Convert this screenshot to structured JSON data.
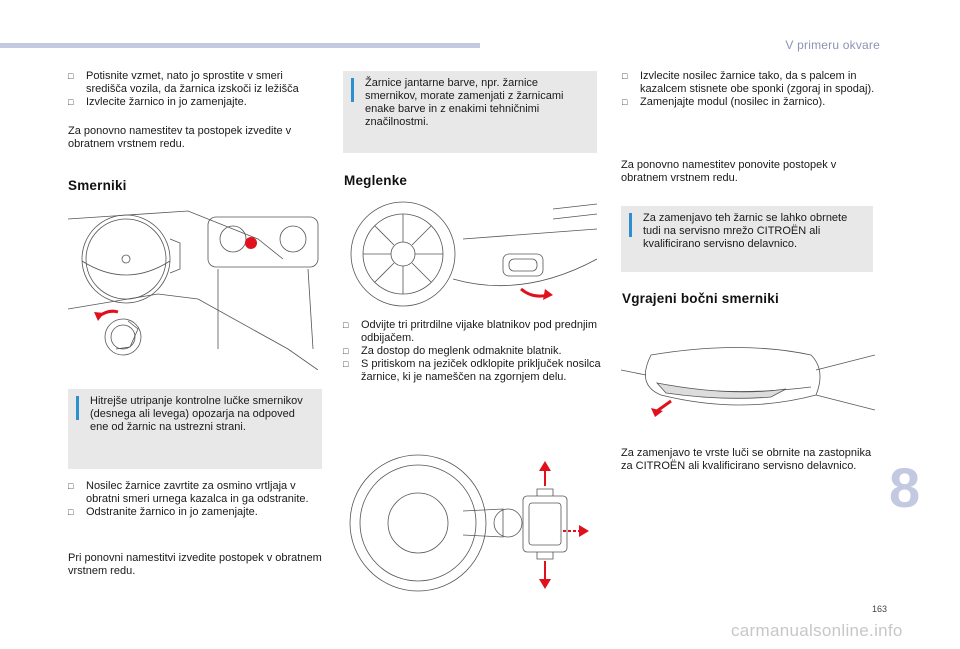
{
  "header": {
    "title": "V primeru okvare"
  },
  "chapter_number": "8",
  "page_number": "163",
  "watermark": "carmanualsonline.info",
  "colors": {
    "accent_bar": "#c4c9e2",
    "note_background": "#e8e8e8",
    "note_marker": "#2e8fd0",
    "arrow_red": "#e0101d"
  },
  "col1": {
    "intro_bullets": [
      "Potisnite vzmet, nato jo sprostite v smeri središča vozila, da žarnica izskoči iz ležišča",
      "Izvlecite žarnico in jo zamenjajte."
    ],
    "intro_para": "Za ponovno namestitev ta postopek izvedite v obratnem vrstnem redu.",
    "heading": "Smerniki",
    "note": "Hitrejše utripanje kontrolne lučke smernikov (desnega ali levega) opozarja na odpoved ene od žarnic na ustrezni strani.",
    "bullets": [
      "Nosilec žarnice zavrtite za osmino vrtljaja v obratni smeri urnega kazalca in ga odstranite.",
      "Odstranite žarnico in jo zamenjajte."
    ],
    "para": "Pri ponovni namestitvi izvedite postopek v obratnem vrstnem redu."
  },
  "col2": {
    "note": "Žarnice jantarne barve, npr. žarnice smernikov, morate zamenjati z žarnicami enake barve in z enakimi tehničnimi značilnostmi.",
    "heading": "Meglenke",
    "bullets": [
      "Odvijte tri pritrdilne vijake blatnikov pod prednjim odbijačem.",
      "Za dostop do meglenk odmaknite blatnik.",
      "S pritiskom na jeziček odklopite priključek nosilca žarnice, ki je nameščen na zgornjem delu."
    ]
  },
  "col3": {
    "bullets": [
      "Izvlecite nosilec žarnice tako, da s palcem in kazalcem stisnete obe sponki (zgoraj in spodaj).",
      "Zamenjajte modul (nosilec in žarnico)."
    ],
    "para": "Za ponovno namestitev ponovite postopek v obratnem vrstnem redu.",
    "note": "Za zamenjavo teh žarnic se lahko obrnete tudi na servisno mrežo CITROËN ali kvalificirano servisno delavnico.",
    "heading": "Vgrajeni bočni smerniki",
    "para2": "Za zamenjavo te vrste luči se obrnite na zastopnika za CITROËN ali kvalificirano servisno delavnico."
  }
}
